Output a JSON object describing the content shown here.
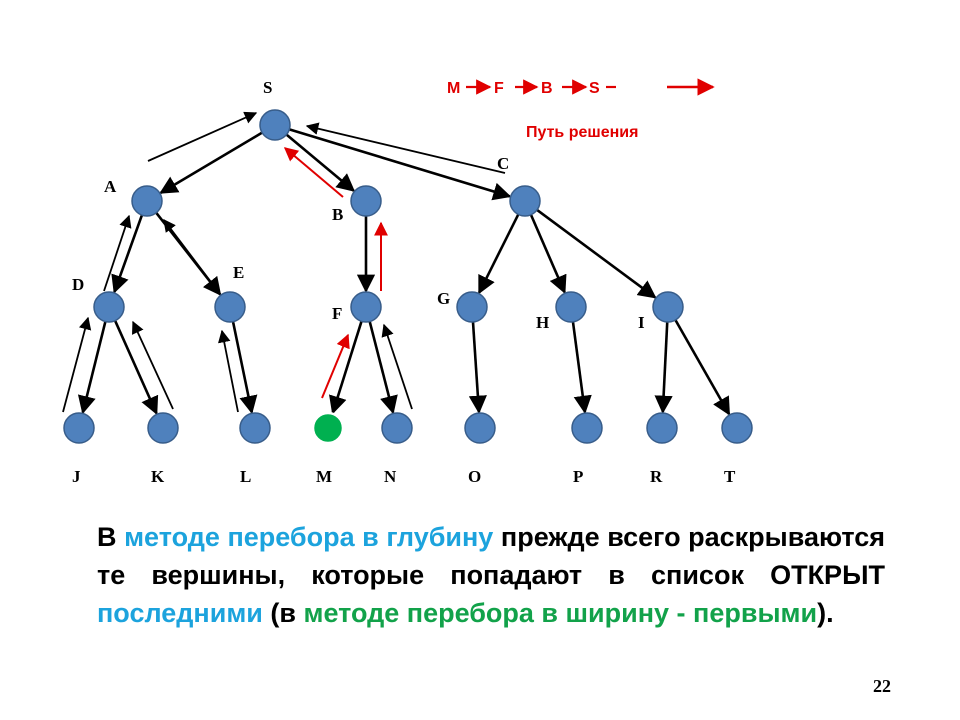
{
  "colors": {
    "node_fill": "#4f81bd",
    "node_stroke": "#385d8a",
    "goal_fill": "#00b050",
    "edge": "#000000",
    "path_arrow": "#e00000",
    "keyword_blue": "#1ca3dd",
    "keyword_green": "#12a24a"
  },
  "node_labels": {
    "S": "S",
    "A": "A",
    "B": "B",
    "C": "C",
    "D": "D",
    "E": "E",
    "F": "F",
    "G": "G",
    "H": "H",
    "I": "I",
    "J": "J",
    "K": "K",
    "L": "L",
    "M": "M",
    "N": "N",
    "O": "O",
    "P": "P",
    "R": "R",
    "T": "T"
  },
  "goal_node": "M",
  "edges": [
    [
      "S",
      "A"
    ],
    [
      "S",
      "B"
    ],
    [
      "S",
      "C"
    ],
    [
      "A",
      "D"
    ],
    [
      "A",
      "E"
    ],
    [
      "B",
      "F"
    ],
    [
      "C",
      "G"
    ],
    [
      "C",
      "H"
    ],
    [
      "C",
      "I"
    ],
    [
      "D",
      "J"
    ],
    [
      "D",
      "K"
    ],
    [
      "E",
      "L"
    ],
    [
      "F",
      "M"
    ],
    [
      "F",
      "N"
    ],
    [
      "G",
      "O"
    ],
    [
      "H",
      "P"
    ],
    [
      "I",
      "R"
    ],
    [
      "I",
      "T"
    ]
  ],
  "backtrack_arrows": [
    [
      "J",
      "D"
    ],
    [
      "K",
      "D"
    ],
    [
      "D",
      "A"
    ],
    [
      "E",
      "A"
    ],
    [
      "L",
      "E"
    ],
    [
      "N",
      "F"
    ],
    [
      "A",
      "S"
    ],
    [
      "C",
      "S"
    ]
  ],
  "solution_arrows": [
    [
      "M",
      "F"
    ],
    [
      "F",
      "B"
    ],
    [
      "B",
      "S"
    ]
  ],
  "solution_path": {
    "nodes": [
      "M",
      "F",
      "B",
      "S"
    ],
    "label": "Путь решения"
  },
  "caption": {
    "p1": "В ",
    "p2": "методе перебора в глубину",
    "p3": " прежде всего раскрываются те вершины, которые попадают в список ОТКРЫТ ",
    "p4": "последними",
    "p5": " (в ",
    "p6": "методе перебора в ширину - первыми",
    "p7": ")."
  },
  "slide_number": "22"
}
